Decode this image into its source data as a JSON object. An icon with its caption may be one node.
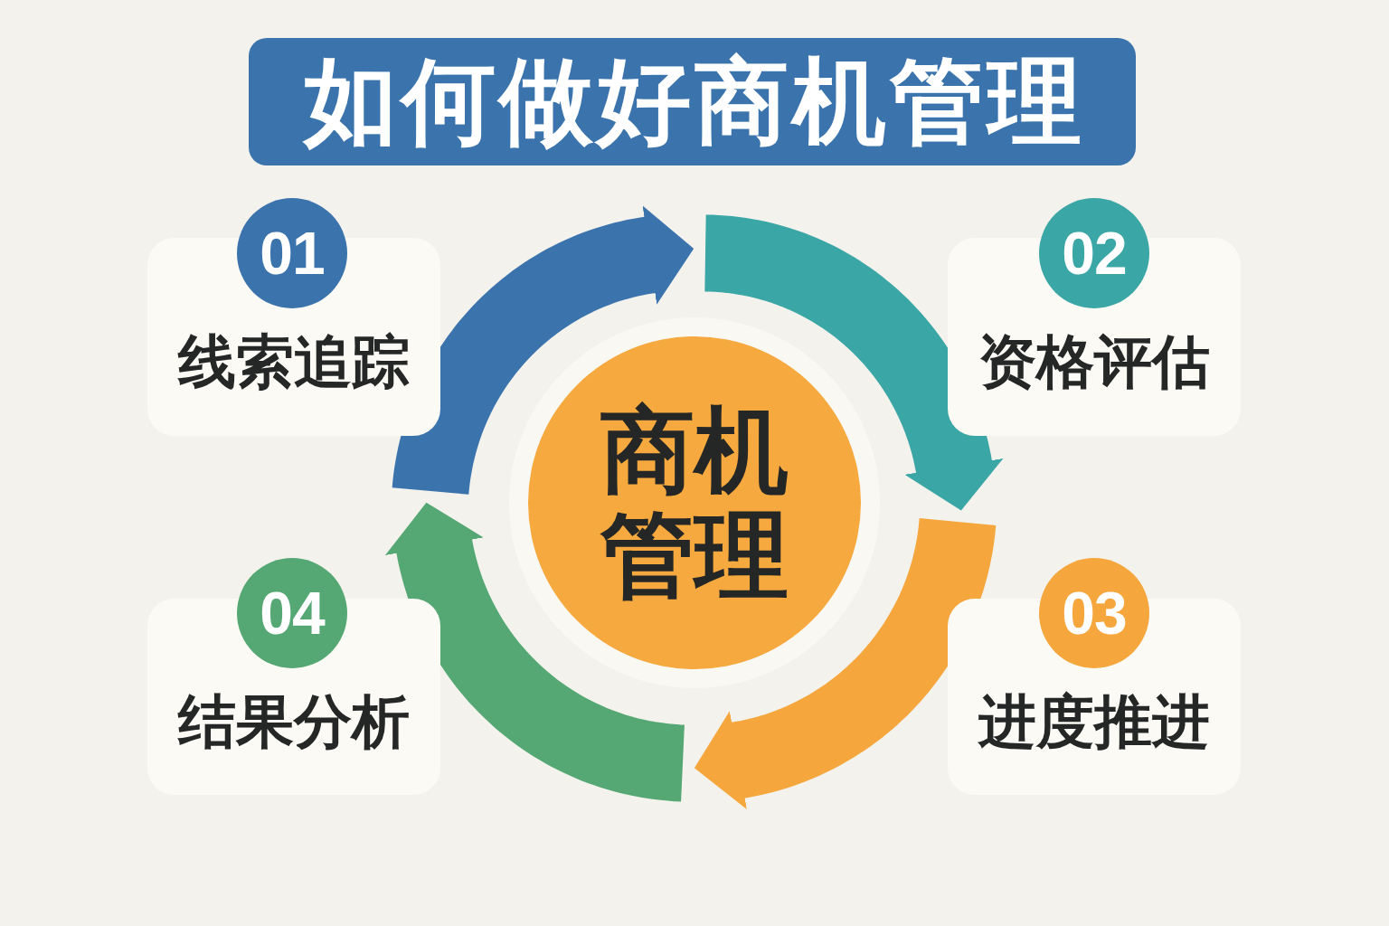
{
  "diagram": {
    "title": "如何做好商机管理",
    "nodes": [
      {
        "text": [
          "01",
          "线索追踪"
        ]
      },
      {
        "text": [
          "02",
          "资格评估"
        ]
      },
      {
        "text": [
          "商机管理"
        ]
      },
      {
        "text": [
          "04",
          "结果分析"
        ]
      },
      {
        "text": [
          "03",
          "进度推进"
        ]
      }
    ]
  }
}
